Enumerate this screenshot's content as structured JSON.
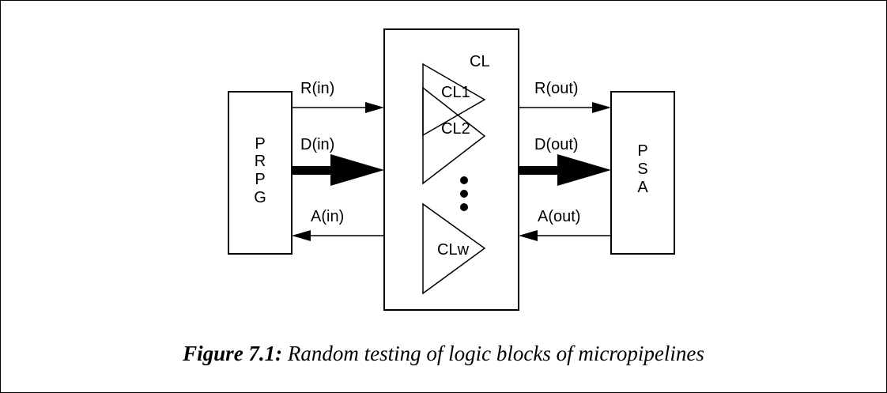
{
  "diagram": {
    "prpg_lines": [
      "P",
      "R",
      "P",
      "G"
    ],
    "psa_lines": [
      "P",
      "S",
      "A"
    ],
    "cl_label": "CL",
    "cl1_label": "CL1",
    "cl2_label": "CL2",
    "clw_label": "CLw",
    "r_in": "R(in)",
    "d_in": "D(in)",
    "a_in": "A(in)",
    "r_out": "R(out)",
    "d_out": "D(out)",
    "a_out": "A(out)"
  },
  "caption": {
    "number": "Figure 7.1:",
    "text": " Random testing of logic blocks of micropipelines"
  }
}
